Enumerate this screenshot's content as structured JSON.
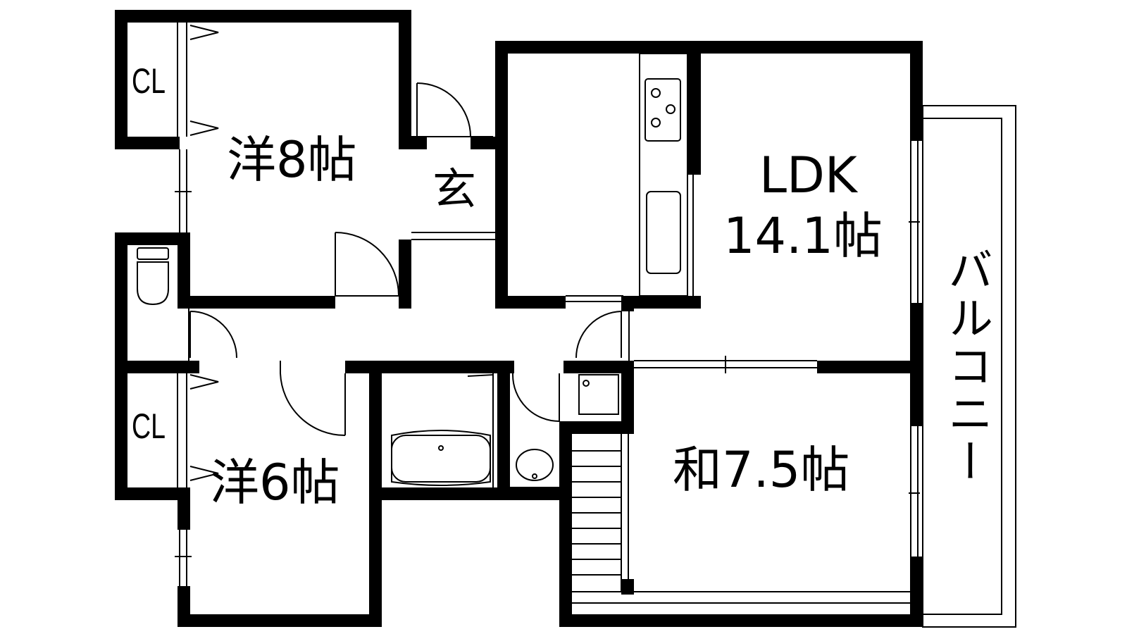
{
  "rooms": {
    "western_8": "洋8帖",
    "western_6": "洋6帖",
    "entrance": "玄",
    "ldk_name": "LDK",
    "ldk_size": "14.1帖",
    "japanese": "和7.5帖",
    "balcony": "バルコニー",
    "closet_top": "CL",
    "closet_bottom": "CL"
  },
  "colors": {
    "wall": "#000000",
    "background": "#ffffff"
  }
}
